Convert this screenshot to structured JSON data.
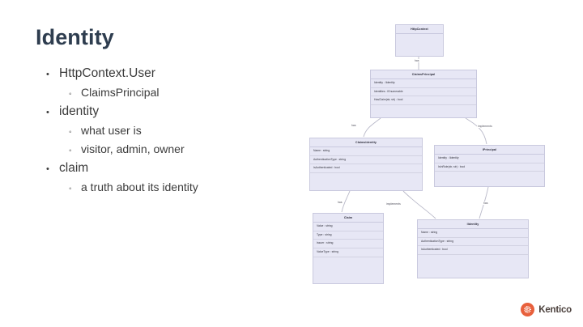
{
  "slide": {
    "title": "Identity",
    "bullets": [
      {
        "level": 1,
        "label": "HttpContext.User"
      },
      {
        "level": 2,
        "label": "ClaimsPrincipal"
      },
      {
        "level": 1,
        "label": "identity"
      },
      {
        "level": 2,
        "label": "what user is"
      },
      {
        "level": 2,
        "label": "visitor, admin, owner"
      },
      {
        "level": 1,
        "label": "claim"
      },
      {
        "level": 2,
        "label": "a truth about its identity"
      }
    ],
    "markers": {
      "level1": "•",
      "level2": "◦"
    }
  },
  "diagram": {
    "classes": [
      {
        "id": "httpcontext",
        "name": "HttpContext",
        "attributes": []
      },
      {
        "id": "claimsprincipal",
        "name": "ClaimsPrincipal",
        "attributes": [
          "Identity : IIdentity",
          "Identities : IEnumerable",
          "HasClaim(str, str) : bool"
        ]
      },
      {
        "id": "claimsidentity",
        "name": "ClaimsIdentity",
        "attributes": [
          "Name : string",
          "AuthenticationType : string",
          "IsAuthenticated : bool"
        ]
      },
      {
        "id": "iprincipal",
        "name": "IPrincipal",
        "attributes": [
          "Identity : IIdentity",
          "IsInRole(str, str) : bool"
        ]
      },
      {
        "id": "claim",
        "name": "Claim",
        "attributes": [
          "Value : string",
          "Type : string",
          "Issuer : string",
          "ValueType : string"
        ]
      },
      {
        "id": "iidentity",
        "name": "IIdentity",
        "attributes": [
          "Name : string",
          "AuthenticationType : string",
          "IsAuthenticated : bool"
        ]
      }
    ],
    "edge_labels": [
      {
        "id": "e1",
        "text": "has"
      },
      {
        "id": "e2",
        "text": "has"
      },
      {
        "id": "e3",
        "text": "implements"
      },
      {
        "id": "e4",
        "text": "has"
      },
      {
        "id": "e5",
        "text": "implements"
      },
      {
        "id": "e6",
        "text": "has"
      }
    ]
  },
  "branding": {
    "wordmark": "Kentico"
  },
  "colors": {
    "title": "#2e3d4f",
    "body_text": "#3b3b3b",
    "box_fill": "#e7e7f5",
    "box_border": "#c9c9de",
    "edge_line": "#b9b9c9",
    "brand_orange": "#e8603c",
    "background": "#ffffff"
  }
}
